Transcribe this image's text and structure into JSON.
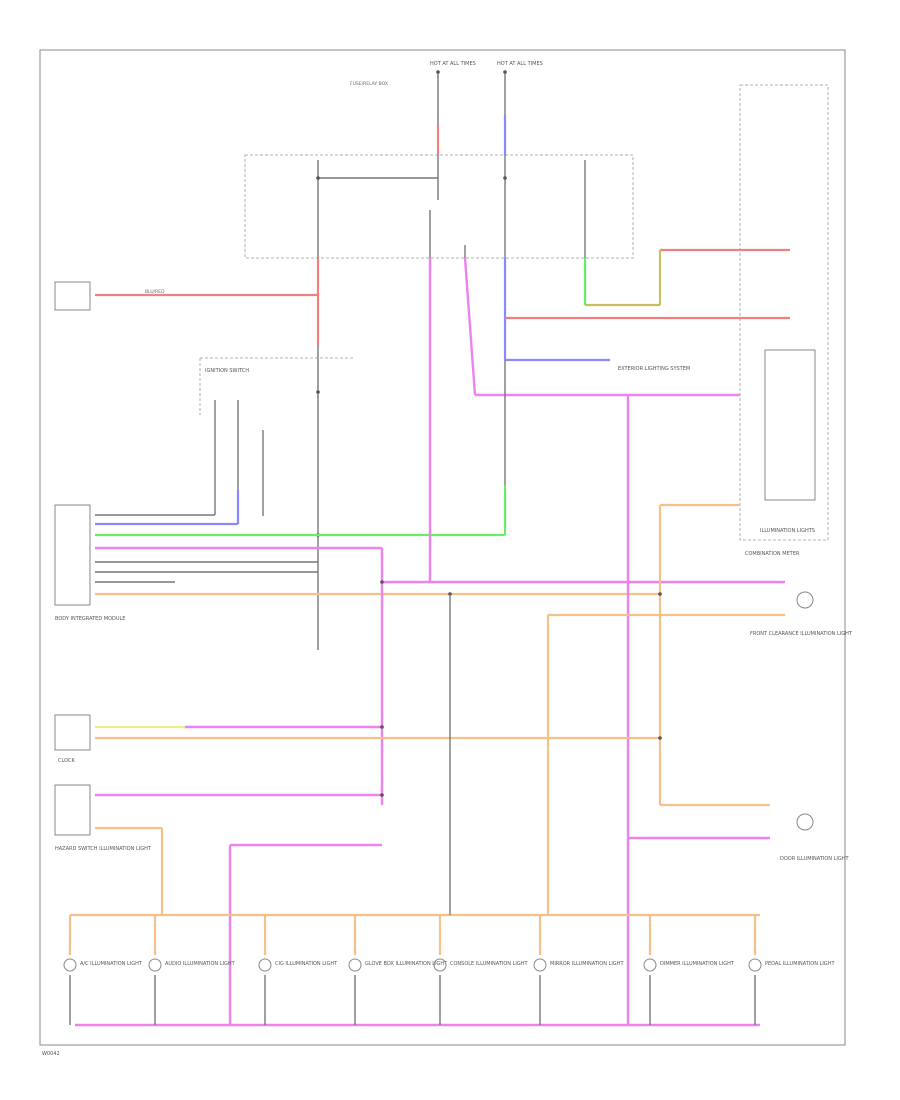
{
  "corner_tag": "W0042",
  "components": {
    "ignition_switch": "IGNITION SWITCH",
    "clock": "CLOCK",
    "combination_meter": "COMBINATION METER",
    "illumination_lights": "ILLUMINATION LIGHTS",
    "exterior_lighting_system": "EXTERIOR LIGHTING SYSTEM",
    "body_integrated_unit": "BODY INTEGRATED MODULE",
    "front_clearance_lamp": "FRONT CLEARANCE ILLUMINATION LIGHT",
    "door_courtesy": "DOOR ILLUMINATION LIGHT",
    "hazard_switch": "HAZARD SWITCH ILLUMINATION LIGHT"
  },
  "bottom_lamps": [
    {
      "label": "A/C ILLUMINATION LIGHT"
    },
    {
      "label": "AUDIO ILLUMINATION LIGHT"
    },
    {
      "label": "CIG ILLUMINATION LIGHT"
    },
    {
      "label": "GLOVE BOX ILLUMINATION LIGHT"
    },
    {
      "label": "CONSOLE ILLUMINATION LIGHT"
    },
    {
      "label": "MIRROR ILLUMINATION LIGHT"
    },
    {
      "label": "DIMMER ILLUMINATION LIGHT"
    },
    {
      "label": "PEDAL ILLUMINATION LIGHT"
    }
  ]
}
